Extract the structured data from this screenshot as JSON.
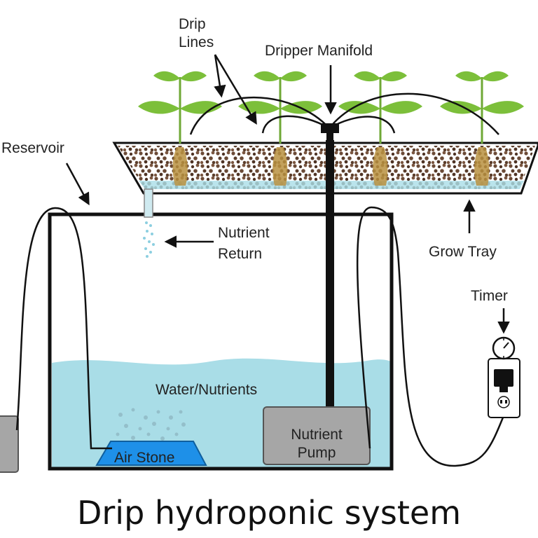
{
  "labels": {
    "drip_lines_line1": "Drip",
    "drip_lines_line2": "Lines",
    "dripper_manifold": "Dripper Manifold",
    "reservoir": "Reservoir",
    "nutrient_return_line1": "Nutrient",
    "nutrient_return_line2": "Return",
    "grow_tray": "Grow Tray",
    "timer": "Timer",
    "water_nutrients": "Water/Nutrients",
    "air_stone": "Air Stone",
    "nutrient_pump_line1": "Nutrient",
    "nutrient_pump_line2": "Pump",
    "title": "Drip hydroponic system"
  },
  "colors": {
    "water": "#a9dde7",
    "air_stone": "#1e90e8",
    "pump": "#a6a6a6",
    "plant_leaf": "#7cbf3a",
    "soil": "#6b4a36",
    "root": "#b8913f"
  }
}
